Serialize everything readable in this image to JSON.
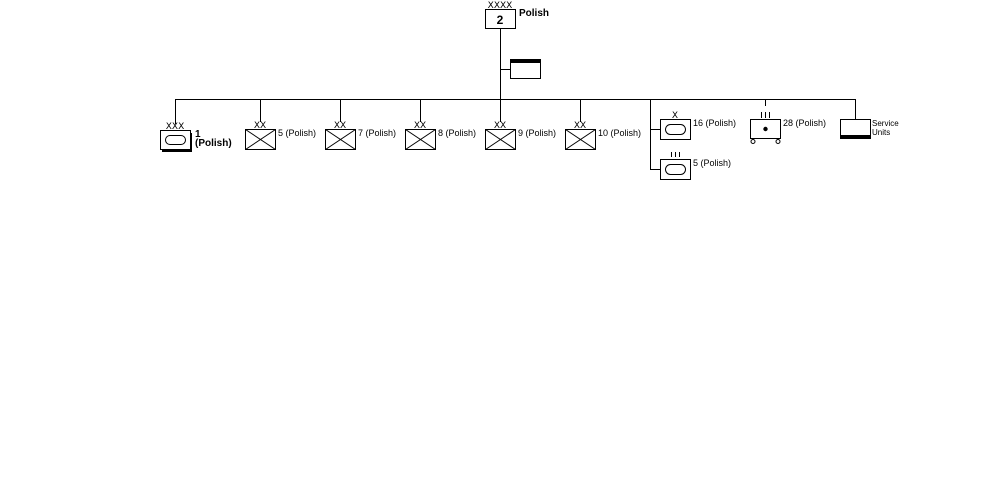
{
  "hq": {
    "number": "2",
    "label": "Polish",
    "echelon": "XXXX"
  },
  "nodes": [
    {
      "id": "armored-1",
      "type": "armored",
      "echelon": "XXX",
      "line1": "1",
      "line2": "(Polish)"
    },
    {
      "id": "infantry-5",
      "type": "infantry",
      "echelon": "XX",
      "label": "5 (Polish)"
    },
    {
      "id": "infantry-7",
      "type": "infantry",
      "echelon": "XX",
      "label": "7 (Polish)"
    },
    {
      "id": "infantry-8",
      "type": "infantry",
      "echelon": "XX",
      "label": "8 (Polish)"
    },
    {
      "id": "infantry-9",
      "type": "infantry",
      "echelon": "XX",
      "label": "9 (Polish)"
    },
    {
      "id": "infantry-10",
      "type": "infantry",
      "echelon": "XX",
      "label": "10 (Polish)"
    },
    {
      "id": "armored-16",
      "type": "armored-small",
      "echelon": "X",
      "label": "16 (Polish)"
    },
    {
      "id": "armored-5",
      "type": "armored-small",
      "echelon": "III",
      "label": "5 (Polish)"
    },
    {
      "id": "artillery-28",
      "type": "artillery",
      "echelon": "III",
      "label": "28 (Polish)"
    },
    {
      "id": "service-units",
      "type": "service",
      "line1": "Service",
      "line2": "Units"
    }
  ]
}
